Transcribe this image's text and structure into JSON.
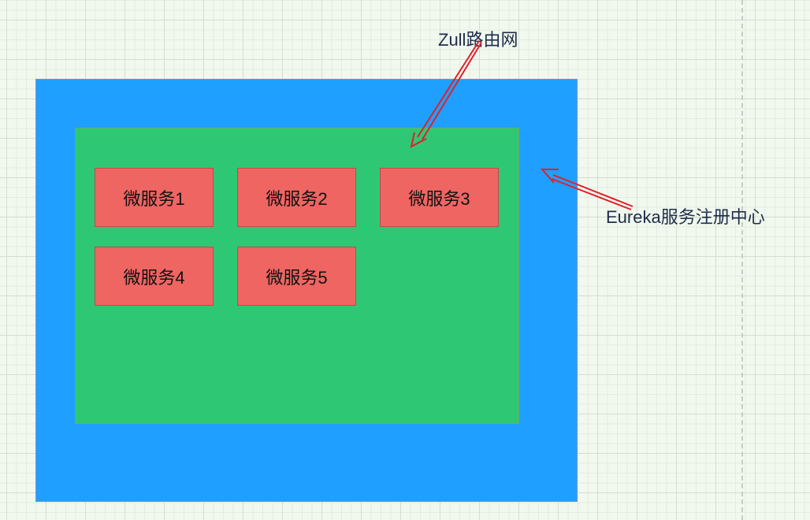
{
  "diagram": {
    "containers": {
      "outer_color": "#1f9fff",
      "inner_color": "#2ec874"
    },
    "services": [
      {
        "label": "微服务1"
      },
      {
        "label": "微服务2"
      },
      {
        "label": "微服务3"
      },
      {
        "label": "微服务4"
      },
      {
        "label": "微服务5"
      }
    ],
    "annotations": {
      "zuul": "Zull路由网",
      "eureka": "Eureka服务注册中心"
    },
    "arrow_color": "#e0202a"
  }
}
